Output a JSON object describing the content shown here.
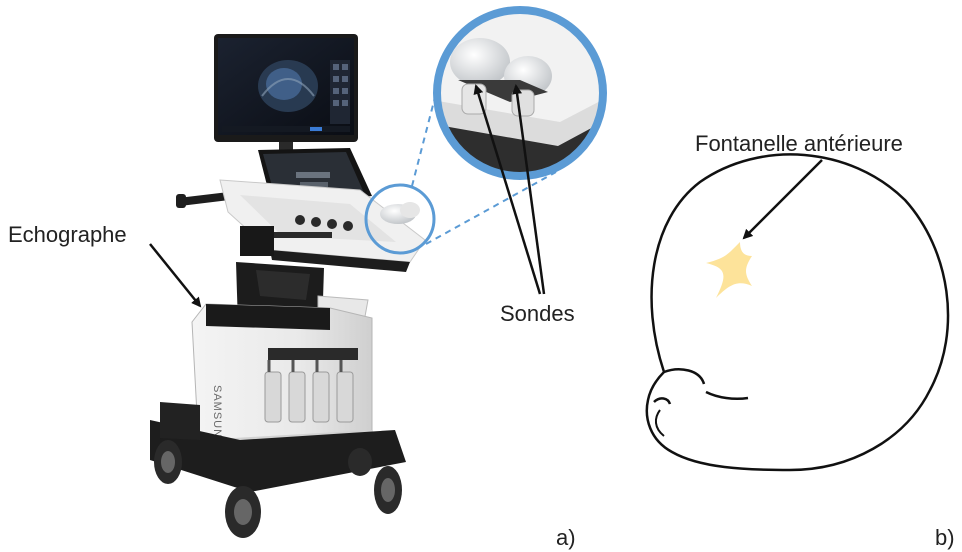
{
  "labels": {
    "echographe": "Echographe",
    "sondes": "Sondes",
    "fontanelle": "Fontanelle antérieure",
    "panel_a": "a)",
    "panel_b": "b)"
  },
  "device_branding": "SAMSUNG",
  "colors": {
    "zoom_ring": "#5b9bd5",
    "fontanelle_fill": "#fde39a",
    "arrow": "#111111",
    "label_text": "#222222"
  }
}
